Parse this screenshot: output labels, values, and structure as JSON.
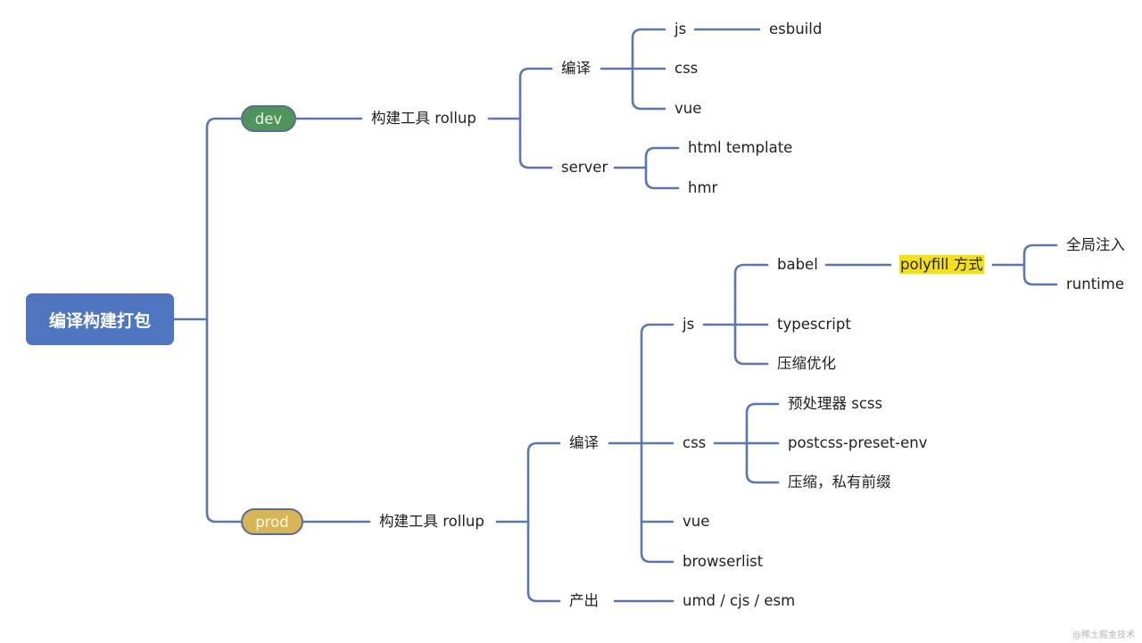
{
  "root": {
    "label": "编译构建打包",
    "color": "#4f75c1"
  },
  "line_color": "#5b77ad",
  "dev": {
    "label": "dev",
    "color": "#4f945c",
    "tool": "构建工具 rollup",
    "compile": {
      "label": "编译",
      "items": [
        {
          "label": "js",
          "child": "esbuild"
        },
        {
          "label": "css"
        },
        {
          "label": "vue"
        }
      ]
    },
    "server": {
      "label": "server",
      "items": [
        "html template",
        "hmr"
      ]
    }
  },
  "prod": {
    "label": "prod",
    "color": "#d7b455",
    "tool": "构建工具 rollup",
    "compile": {
      "label": "编译",
      "js": {
        "label": "js",
        "babel": {
          "label": "babel",
          "polyfill": {
            "label": "polyfill 方式",
            "highlight": "#f2df1f",
            "items": [
              "全局注入",
              "runtime"
            ]
          }
        },
        "items": [
          "typescript",
          "压缩优化"
        ]
      },
      "css": {
        "label": "css",
        "items": [
          "预处理器 scss",
          "postcss-preset-env",
          "压缩，私有前缀"
        ]
      },
      "vue": "vue",
      "browserlist": "browserlist"
    },
    "output": {
      "label": "产出",
      "value": "umd / cjs / esm"
    }
  },
  "watermark": "@稀土掘金技术"
}
